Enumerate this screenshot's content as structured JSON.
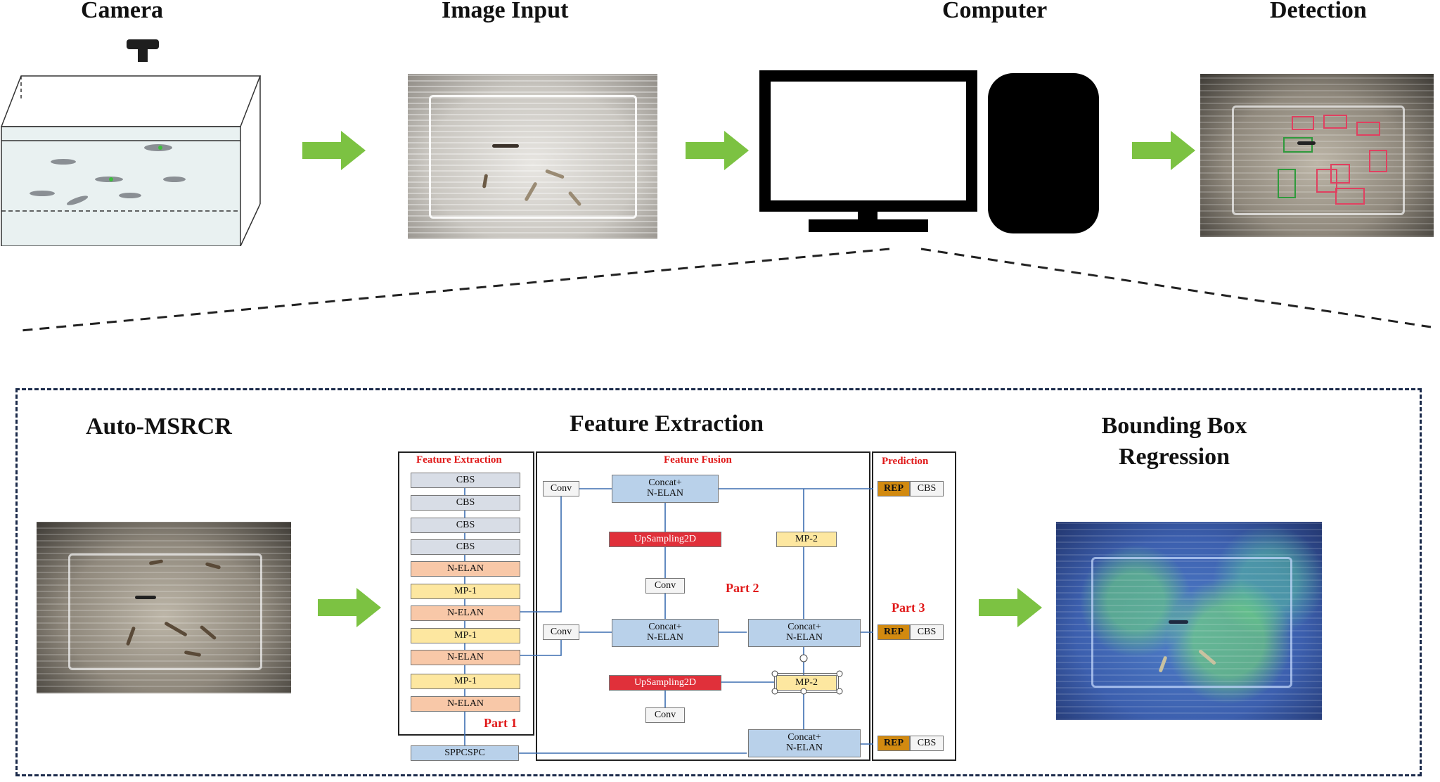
{
  "top": {
    "camera_label": "Camera",
    "image_input_label": "Image Input",
    "computer_label": "Computer",
    "detection_label": "Detection"
  },
  "bottom": {
    "auto_msrcr_label": "Auto-MSRCR",
    "feature_extraction_label": "Feature Extraction",
    "bbox_label_line1": "Bounding Box",
    "bbox_label_line2": "Regression"
  },
  "network": {
    "backbone_title": "Feature Extraction",
    "fusion_title": "Feature Fusion",
    "prediction_title": "Prediction",
    "backbone_blocks": [
      "CBS",
      "CBS",
      "CBS",
      "CBS",
      "N-ELAN",
      "MP-1",
      "N-ELAN",
      "MP-1",
      "N-ELAN",
      "MP-1",
      "N-ELAN"
    ],
    "sppcspc": "SPPCSPC",
    "conv": "Conv",
    "concat_line1": "Concat+",
    "concat_line2": "N-ELAN",
    "upsampling": "UpSampling2D",
    "mp2": "MP-2",
    "rep": "REP",
    "cbs": "CBS",
    "part1": "Part 1",
    "part2": "Part 2",
    "part3": "Part 3"
  },
  "colors": {
    "arrow_green": "#7cc242",
    "highlight_red": "#e01818",
    "block_blue": "#b9d1ea",
    "block_orange": "#f8c8a8",
    "block_yellow": "#fde7a0",
    "rep_gold": "#d28a10"
  }
}
